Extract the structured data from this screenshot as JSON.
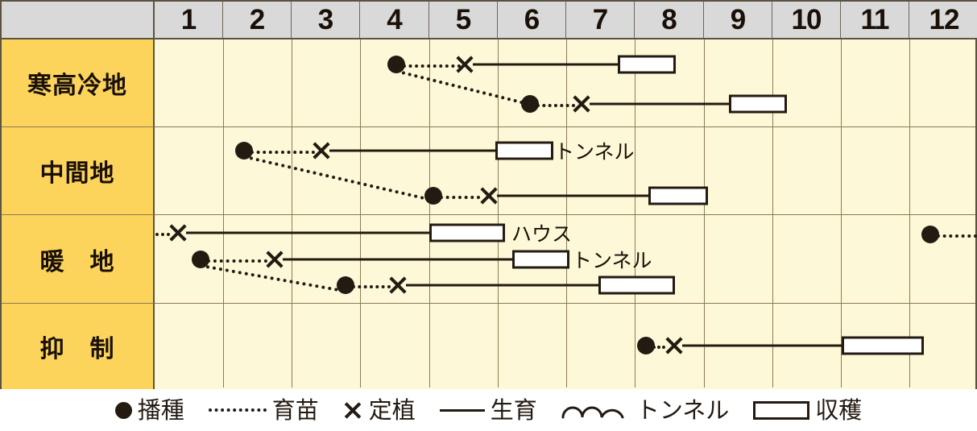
{
  "chart_data": {
    "type": "table",
    "title": "",
    "xlabel": "",
    "ylabel": "",
    "months": [
      "1",
      "2",
      "3",
      "4",
      "5",
      "6",
      "7",
      "8",
      "9",
      "10",
      "11",
      "12"
    ],
    "regions": [
      "寒高冷地",
      "中間地",
      "暖　地",
      "抑　制"
    ],
    "schedules": [
      {
        "region": "寒高冷地",
        "lines": [
          {
            "sowing_month": 4.0,
            "planting_month": 5.0,
            "growing_end_month": 7.8,
            "harvest_start_month": 7.8,
            "harvest_end_month": 8.6,
            "structure": ""
          },
          {
            "sowing_month": 6.5,
            "planting_month": 7.2,
            "growing_end_month": 9.5,
            "harvest_start_month": 9.5,
            "harvest_end_month": 10.3,
            "structure": ""
          }
        ]
      },
      {
        "region": "中間地",
        "lines": [
          {
            "sowing_month": 2.3,
            "planting_month": 3.5,
            "growing_end_month": 6.1,
            "harvest_start_month": 6.1,
            "harvest_end_month": 6.9,
            "structure": "トンネル"
          },
          {
            "sowing_month": 5.1,
            "planting_month": 5.9,
            "growing_end_month": 8.3,
            "harvest_start_month": 8.3,
            "harvest_end_month": 9.1,
            "structure": ""
          }
        ]
      },
      {
        "region": "暖　地",
        "lines": [
          {
            "sowing_month": null,
            "planting_month": 1.3,
            "growing_end_month": 5.0,
            "harvest_start_month": 5.0,
            "harvest_end_month": 6.1,
            "structure": "ハウス"
          },
          {
            "sowing_month": 1.6,
            "planting_month": 2.7,
            "growing_end_month": 6.2,
            "harvest_start_month": 6.2,
            "harvest_end_month": 7.0,
            "structure": "トンネル"
          },
          {
            "sowing_month": 3.7,
            "planting_month": 4.5,
            "growing_end_month": 7.5,
            "harvest_start_month": 7.5,
            "harvest_end_month": 8.6,
            "structure": ""
          },
          {
            "sowing_month": 12.3,
            "planting_month": null,
            "growing_end_month": null,
            "harvest_start_month": null,
            "harvest_end_month": null,
            "structure": ""
          }
        ]
      },
      {
        "region": "抑　制",
        "lines": [
          {
            "sowing_month": 8.2,
            "planting_month": 8.6,
            "growing_end_month": 11.1,
            "harvest_start_month": 11.1,
            "harvest_end_month": 12.3,
            "structure": ""
          }
        ]
      }
    ]
  },
  "header": {
    "corner_label": "",
    "months": [
      "1",
      "2",
      "3",
      "4",
      "5",
      "6",
      "7",
      "8",
      "9",
      "10",
      "11",
      "12"
    ]
  },
  "rows": [
    {
      "label": "寒高冷地",
      "structure_labels": []
    },
    {
      "label": "中間地",
      "structure_labels": [
        "トンネル"
      ]
    },
    {
      "label": "暖　地",
      "structure_labels": [
        "ハウス",
        "トンネル"
      ]
    },
    {
      "label": "抑　制",
      "structure_labels": []
    }
  ],
  "structure_labels": {
    "row2_tunnel": "トンネル",
    "row3_house": "ハウス",
    "row3_tunnel": "トンネル"
  },
  "legend": {
    "items": [
      {
        "icon": "filled-circle-icon",
        "label": "播種"
      },
      {
        "icon": "dotted-line-icon",
        "label": "育苗"
      },
      {
        "icon": "x-mark-icon",
        "label": "定植"
      },
      {
        "icon": "solid-line-icon",
        "label": "生育"
      },
      {
        "icon": "wave-arc-icon",
        "label": "トンネル"
      },
      {
        "icon": "open-rectangle-icon",
        "label": "収穫"
      }
    ]
  },
  "colors": {
    "header_bg": "#d9d9d9",
    "label_bg": "#fcd45c",
    "cell_bg": "#fdf8d7",
    "ink": "#231a12",
    "border": "#5b5242",
    "grid": "#8a7c55"
  }
}
